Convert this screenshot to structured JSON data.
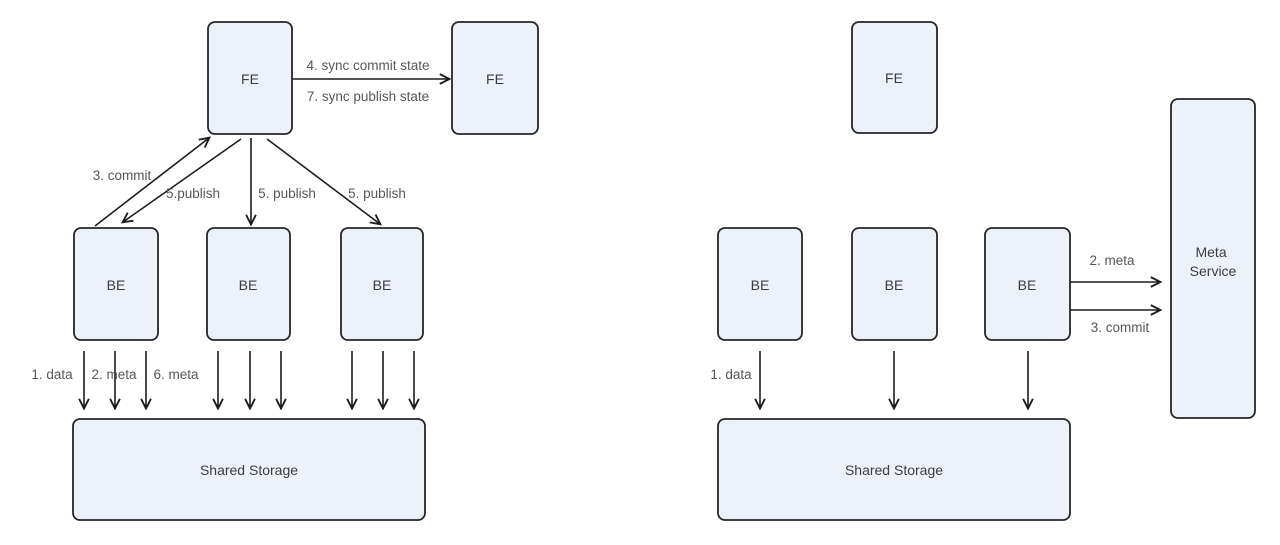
{
  "diagram": {
    "kind": "architecture-comparison",
    "colors": {
      "background": "#ffffff",
      "node_fill": "#edf1fa",
      "node_border": "#262626",
      "edge_stroke": "#1c1c1c",
      "node_text": "#3d3d3d",
      "edge_text": "#575757"
    },
    "left": {
      "fe1": "FE",
      "fe2": "FE",
      "be1": "BE",
      "be2": "BE",
      "be3": "BE",
      "storage": "Shared Storage",
      "edge_sync_commit": "4. sync commit state",
      "edge_sync_publish": "7. sync publish state",
      "edge_commit": "3. commit",
      "edge_publish_1": "5.publish",
      "edge_publish_2": "5. publish",
      "edge_publish_3": "5. publish",
      "edge_data": "1. data",
      "edge_meta_2": "2. meta",
      "edge_meta_6": "6. meta"
    },
    "right": {
      "fe": "FE",
      "be1": "BE",
      "be2": "BE",
      "be3": "BE",
      "storage": "Shared Storage",
      "meta_service_line1": "Meta",
      "meta_service_line2": "Service",
      "edge_data": "1. data",
      "edge_meta": "2. meta",
      "edge_commit": "3. commit"
    }
  }
}
